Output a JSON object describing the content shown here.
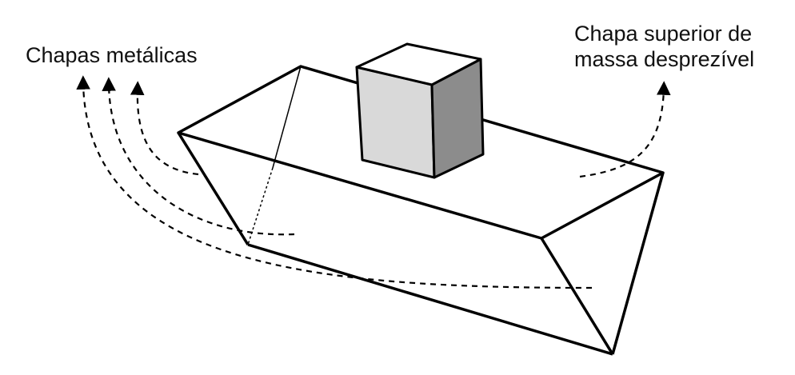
{
  "labels": {
    "left": "Chapas metálicas",
    "right_line1": "Chapa superior de",
    "right_line2": "massa desprezível"
  },
  "colors": {
    "stroke": "#000000",
    "cube_front": "#d9d9d9",
    "cube_side": "#8c8c8c",
    "cube_top": "#ffffff",
    "background": "#ffffff"
  }
}
